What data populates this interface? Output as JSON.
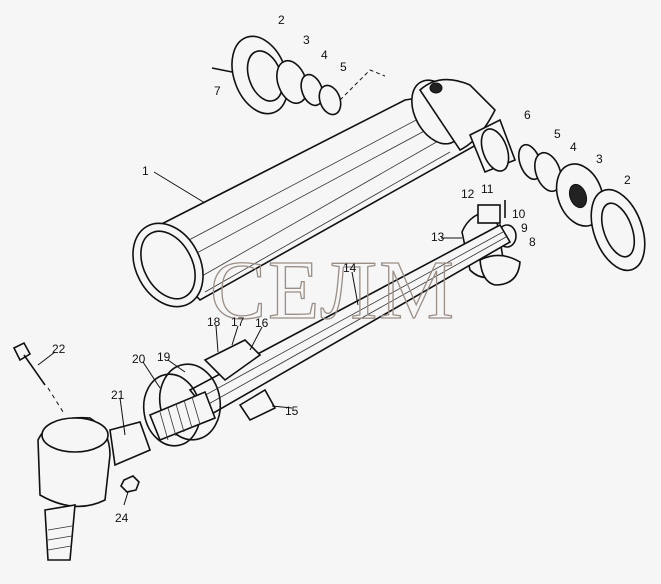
{
  "diagram": {
    "watermark": "СЕЛМ",
    "callouts": {
      "c1": "1",
      "c2_top": "2",
      "c3_top": "3",
      "c4_top": "4",
      "c5_top": "5",
      "c7": "7",
      "c6": "6",
      "c5_right": "5",
      "c4_right": "4",
      "c3_right": "3",
      "c2_right": "2",
      "c12": "12",
      "c11": "11",
      "c10": "10",
      "c9": "9",
      "c8": "8",
      "c13": "13",
      "c14": "14",
      "c18": "18",
      "c17": "17",
      "c16": "16",
      "c15": "15",
      "c22": "22",
      "c20": "20",
      "c19": "19",
      "c21": "21",
      "c24": "24"
    }
  }
}
